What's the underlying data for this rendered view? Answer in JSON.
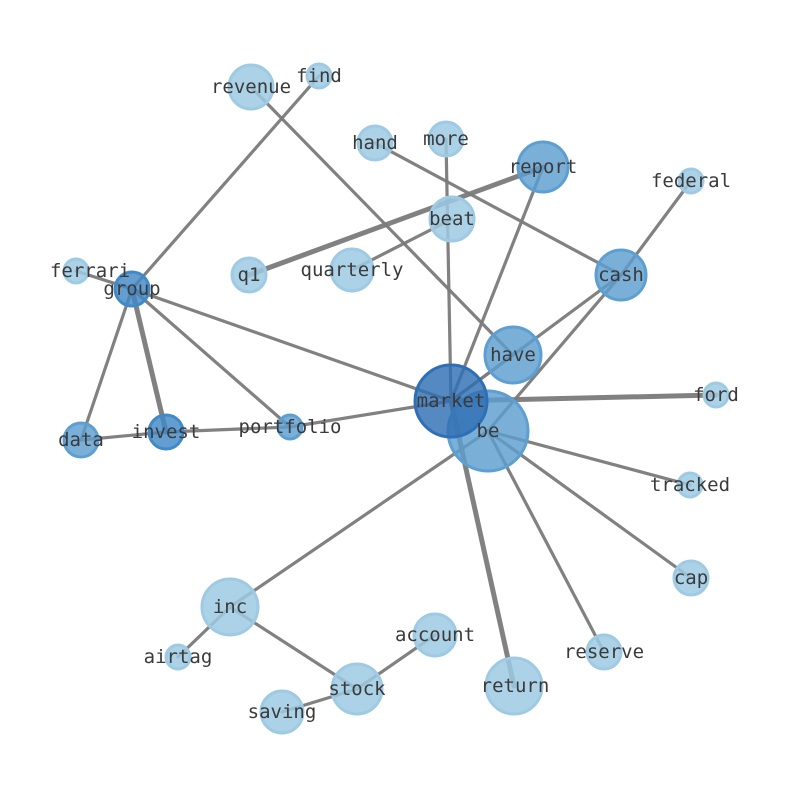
{
  "nodes": [
    {
      "id": "market",
      "label": "market",
      "shade": "dark"
    },
    {
      "id": "be",
      "label": "be",
      "shade": "mid"
    },
    {
      "id": "cash",
      "label": "cash",
      "shade": "mid"
    },
    {
      "id": "have",
      "label": "have",
      "shade": "mid"
    },
    {
      "id": "report",
      "label": "report",
      "shade": "mid"
    },
    {
      "id": "group",
      "label": "group",
      "shade": "darkmid"
    },
    {
      "id": "invest",
      "label": "invest",
      "shade": "darkmid"
    },
    {
      "id": "data",
      "label": "data",
      "shade": "mid"
    },
    {
      "id": "portfolio",
      "label": "portfolio",
      "shade": "mid"
    },
    {
      "id": "revenue",
      "label": "revenue",
      "shade": "light"
    },
    {
      "id": "find",
      "label": "find",
      "shade": "light"
    },
    {
      "id": "hand",
      "label": "hand",
      "shade": "light"
    },
    {
      "id": "more",
      "label": "more",
      "shade": "light"
    },
    {
      "id": "beat",
      "label": "beat",
      "shade": "light"
    },
    {
      "id": "federal",
      "label": "federal",
      "shade": "light"
    },
    {
      "id": "q1",
      "label": "q1",
      "shade": "light"
    },
    {
      "id": "quarterly",
      "label": "quarterly",
      "shade": "light"
    },
    {
      "id": "ferrari",
      "label": "ferrari",
      "shade": "light"
    },
    {
      "id": "ford",
      "label": "ford",
      "shade": "light"
    },
    {
      "id": "tracked",
      "label": "tracked",
      "shade": "light"
    },
    {
      "id": "cap",
      "label": "cap",
      "shade": "light"
    },
    {
      "id": "inc",
      "label": "inc",
      "shade": "light"
    },
    {
      "id": "account",
      "label": "account",
      "shade": "light"
    },
    {
      "id": "reserve",
      "label": "reserve",
      "shade": "light"
    },
    {
      "id": "airtag",
      "label": "airtag",
      "shade": "light"
    },
    {
      "id": "stock",
      "label": "stock",
      "shade": "light"
    },
    {
      "id": "return",
      "label": "return",
      "shade": "light"
    },
    {
      "id": "saving",
      "label": "saving",
      "shade": "light"
    }
  ],
  "edges": [
    {
      "source": "market",
      "target": "have",
      "weight": 2
    },
    {
      "source": "market",
      "target": "cash",
      "weight": 2
    },
    {
      "source": "market",
      "target": "ford",
      "weight": 3
    },
    {
      "source": "market",
      "target": "portfolio",
      "weight": 2
    },
    {
      "source": "market",
      "target": "group",
      "weight": 2
    },
    {
      "source": "market",
      "target": "more",
      "weight": 2
    },
    {
      "source": "market",
      "target": "report",
      "weight": 2
    },
    {
      "source": "market",
      "target": "return",
      "weight": 3
    },
    {
      "source": "be",
      "target": "cash",
      "weight": 2
    },
    {
      "source": "be",
      "target": "inc",
      "weight": 2
    },
    {
      "source": "be",
      "target": "tracked",
      "weight": 2
    },
    {
      "source": "be",
      "target": "cap",
      "weight": 2
    },
    {
      "source": "be",
      "target": "reserve",
      "weight": 2
    },
    {
      "source": "have",
      "target": "revenue",
      "weight": 2
    },
    {
      "source": "cash",
      "target": "hand",
      "weight": 2
    },
    {
      "source": "cash",
      "target": "federal",
      "weight": 2
    },
    {
      "source": "report",
      "target": "q1",
      "weight": 3
    },
    {
      "source": "beat",
      "target": "quarterly",
      "weight": 2
    },
    {
      "source": "group",
      "target": "find",
      "weight": 2
    },
    {
      "source": "group",
      "target": "ferrari",
      "weight": 2
    },
    {
      "source": "group",
      "target": "data",
      "weight": 2
    },
    {
      "source": "group",
      "target": "invest",
      "weight": 3
    },
    {
      "source": "group",
      "target": "portfolio",
      "weight": 2
    },
    {
      "source": "invest",
      "target": "data",
      "weight": 2
    },
    {
      "source": "invest",
      "target": "portfolio",
      "weight": 2
    },
    {
      "source": "inc",
      "target": "airtag",
      "weight": 2
    },
    {
      "source": "inc",
      "target": "stock",
      "weight": 2
    },
    {
      "source": "stock",
      "target": "account",
      "weight": 2
    },
    {
      "source": "stock",
      "target": "saving",
      "weight": 2
    }
  ],
  "colors": {
    "dark": "#2f6fb5",
    "darkmid": "#4289c7",
    "mid": "#5d9fd0",
    "light": "#9ecae3",
    "edge": "#7a7a7a"
  }
}
